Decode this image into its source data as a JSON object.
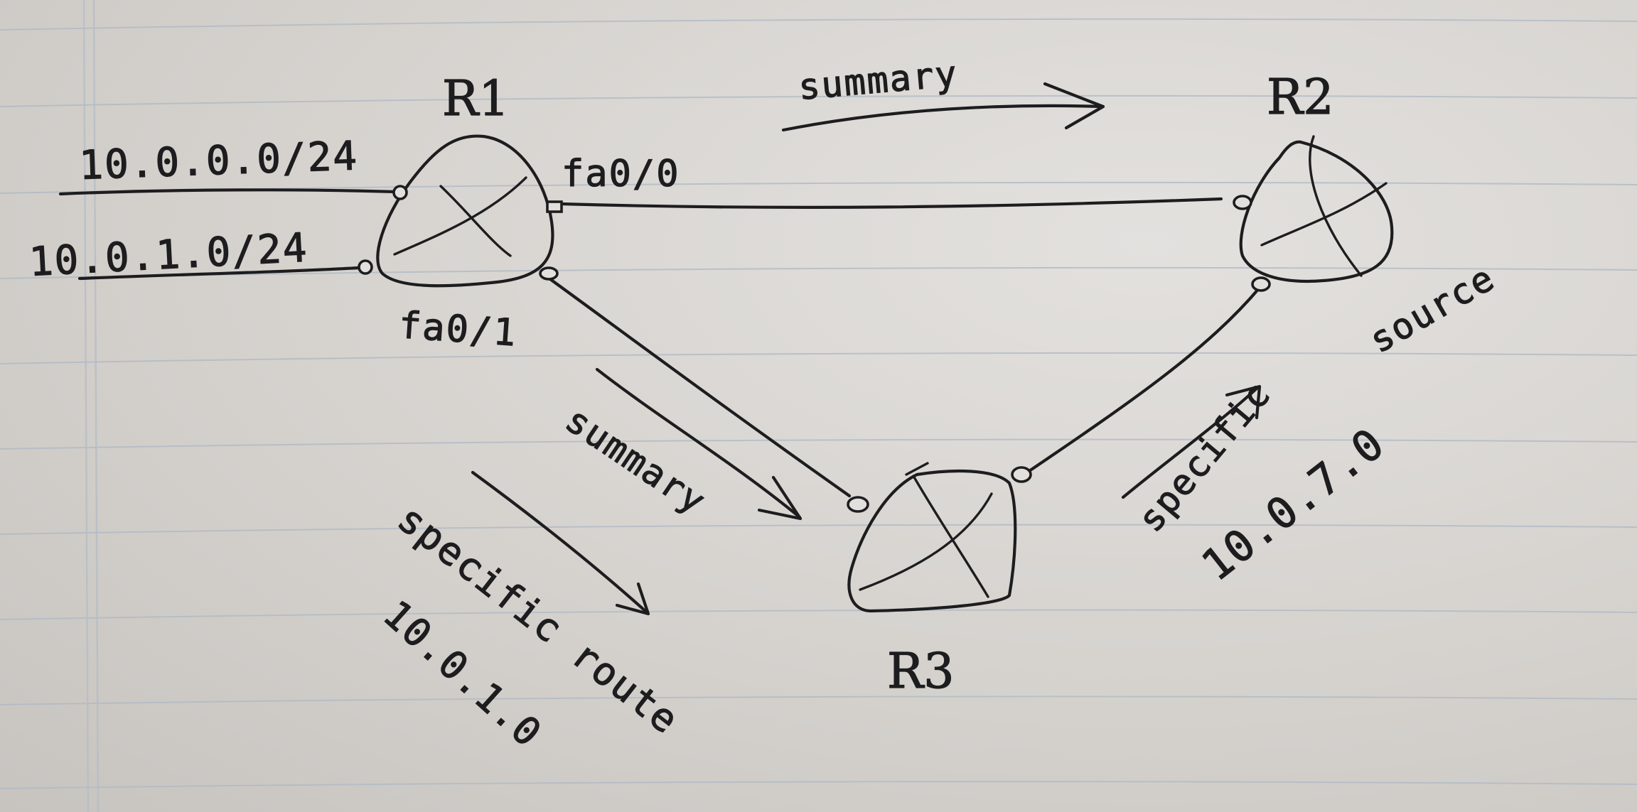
{
  "routers": {
    "r1": "R1",
    "r2": "R2",
    "r3": "R3"
  },
  "interfaces": {
    "r1_fa00": "fa0/0",
    "r1_fa01": "fa0/1"
  },
  "networks": {
    "net_a": "10.0.0.0/24",
    "net_b": "10.0.1.0/24"
  },
  "annotations": {
    "summary_top": "summary",
    "summary_left": "summary",
    "specific_route_left": "specific route",
    "specific_route_left_addr": "10.0.1.0",
    "specific_right": "specific",
    "source_right": "source",
    "specific_right_addr": "10.0.7.0"
  },
  "colors": {
    "ink": "#1d1d1f",
    "paper": "#d8d5d1",
    "rule_line": "#aeb8c4",
    "margin_line": "#b7bdc6"
  }
}
